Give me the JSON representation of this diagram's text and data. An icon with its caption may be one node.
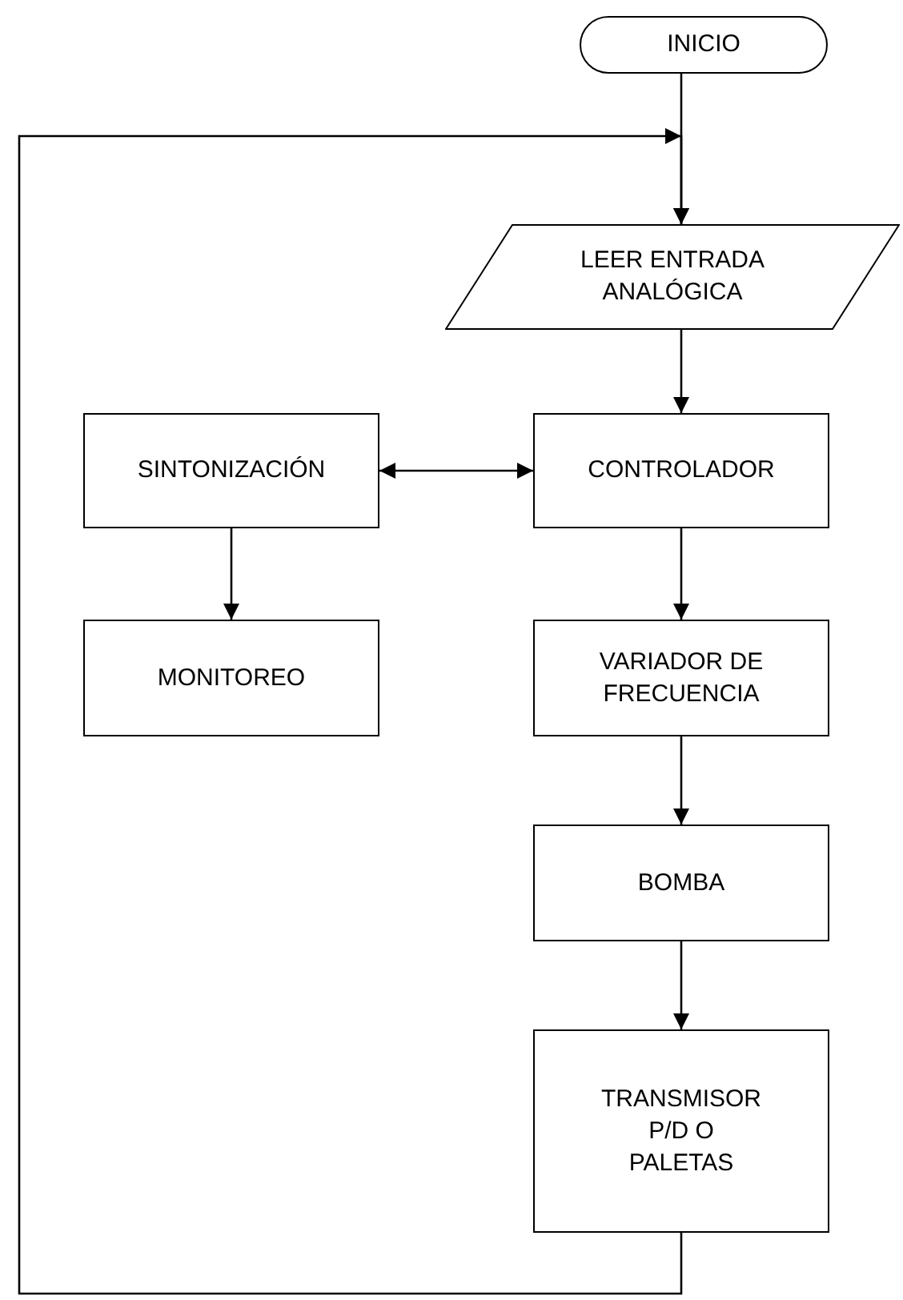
{
  "diagram": {
    "nodes": [
      {
        "text": [
          "INICIO"
        ]
      },
      {
        "text": [
          "LEER ENTRADA ANALÓGICA"
        ]
      },
      {
        "text": [
          "SINTONIZACIÓN"
        ]
      },
      {
        "text": [
          "CONTROLADOR"
        ]
      },
      {
        "text": [
          "MONITOREO"
        ]
      },
      {
        "text": [
          "VARIADOR DE FRECUENCIA"
        ]
      },
      {
        "text": [
          "BOMBA"
        ]
      },
      {
        "text": [
          "TRANSMISOR P/D O PALETAS"
        ]
      }
    ],
    "edges": [
      {
        "from": 0,
        "to": 1,
        "arrow": "to"
      },
      {
        "from": 1,
        "to": 3,
        "arrow": "to"
      },
      {
        "from": 2,
        "to": 3,
        "arrow": "both"
      },
      {
        "from": 2,
        "to": 4,
        "arrow": "to"
      },
      {
        "from": 3,
        "to": 5,
        "arrow": "to"
      },
      {
        "from": 5,
        "to": 6,
        "arrow": "to"
      },
      {
        "from": 6,
        "to": 7,
        "arrow": "to"
      },
      {
        "from": 7,
        "to": 1,
        "arrow": "to"
      }
    ]
  }
}
